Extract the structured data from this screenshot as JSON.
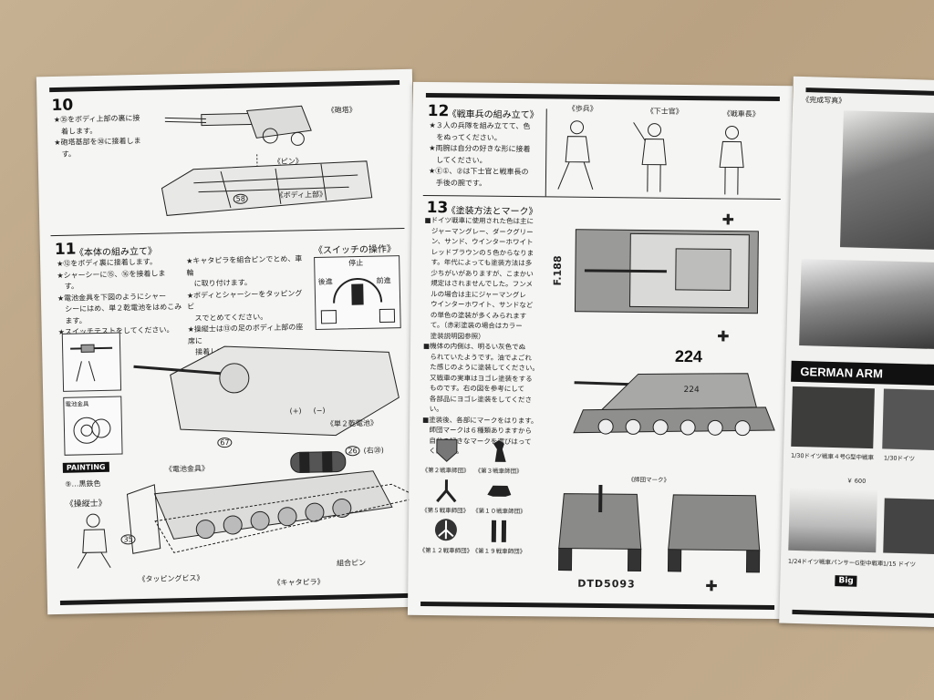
{
  "colors": {
    "cardboard": "#bfa98c",
    "paper": "#f5f5f3",
    "ink": "#1a1a1a"
  },
  "left_page": {
    "step10": {
      "number": "10",
      "text": "★㉟をボディ上部の裏に接\n　着します。\n★砲塔基部を㉚に接着しま\n　す。",
      "label_turret": "《砲塔》",
      "label_pin": "《ピン》",
      "label_body": "《ボディ上部》",
      "part_no": "58"
    },
    "step11": {
      "number": "11",
      "title": "《本体の組み立て》",
      "text_col1": "★⑫をボディ裏に接着します。\n★シャーシーに⑮、⑯を接着しま\n　す。\n★電池金具を下図のようにシャー\n　シーにはめ、単２乾電池をはめこみ\n　ます。\n★スイッチテストをしてください。",
      "text_col2": "★キャタピラを組合ピンでとめ、車輪\n　に取り付けます。\n★ボディとシャーシーをタッピングビ\n　スでとめてください。\n★操縦士は⑬の足のボディ上部の座席に\n　接着してください。",
      "switch_title": "《スイッチの操作》",
      "switch_stop": "停止",
      "switch_back": "後進",
      "switch_forward": "前進",
      "label_battery_clip": "電池金具",
      "label_battery2": "《単２乾電池》",
      "label_plus": "(+)",
      "label_minus": "(−)",
      "label_battery_fitting": "《電池金具》",
      "label_tapping": "《タッピングビス》",
      "label_pin": "組合ピン",
      "label_track": "《キャタピラ》",
      "label_right": "(右⑳)",
      "painting_tag": "PAINTING",
      "painting_color": "⑨…黒鉄色",
      "driver_title": "《操縦士》",
      "part_a": "67",
      "part_b": "26",
      "part_c": "35"
    }
  },
  "mid_page": {
    "step12": {
      "number": "12",
      "title": "《戦車兵の組み立て》",
      "text": "★３人の兵隊を組み立てて、色\n　をぬってください。\n★両腕は自分の好きな形に接着\n　してください。\n★Ⓔ①、②は下士官と戦車長の\n　手後の腕です。",
      "fig_infantry": "《歩兵》",
      "fig_nco": "《下士官》",
      "fig_commander": "《戦車長》"
    },
    "step13": {
      "number": "13",
      "title": "《塗装方法とマーク》",
      "text": "■ドイツ戦車に使用された色は主に\n　ジャーマングレー、ダークグリー\n　ン、サンド、ウインターホワイト\n　レッドブラウンの５色からなりま\n　す。年代によっても塗装方法は多\n　少ちがいがありますが、こまかい\n　規定はされませんでした。フンメ\n　ルの場合は主にジャーマングレ\n　ウインターホワイト、サンドなど\n　の単色の塗装が多くみられます\n　て。（赤彩塗装の場合はカラー\n　塗装説明図参照）\n■機体の内側は、明るい灰色でぬ\n　られていたようです。油でよごれ\n　た感じのように塗装してください。\n　又戦車の実車はヨゴレ塗装をする\n　ものです。右の図を参考にして\n　各部品にヨゴレ塗装をしてくださ\n　い。\n■塗装後、各部にマークをはります。\n　師団マークは６種類ありますから\n　自分の好きなマークを選びはって\n　ください。",
      "marking_224": "224",
      "marking_224_small": "224",
      "marking_f188": "F.188",
      "marking_dtd": "DTD5093",
      "emblems": [
        "《第２戦車師団》",
        "《第３戦車師団》",
        "《第５戦車師団》",
        "《第１０戦車師団》",
        "《第１２戦車師団》",
        "《第１９戦車師団》"
      ],
      "division_mark": "《師団マーク》"
    }
  },
  "right_page": {
    "completed_photo": "《完成写真》",
    "banner": "GERMAN ARM",
    "cat_price": "￥ 600",
    "cat1": "1/30ドイツ戦車４号G型中戦車",
    "cat2": "1/30ドイツ",
    "cat3": "1/24ドイツ戦車パンサーG型中戦車",
    "cat4": "1/15 ドイツ",
    "big_tag": "Big"
  }
}
